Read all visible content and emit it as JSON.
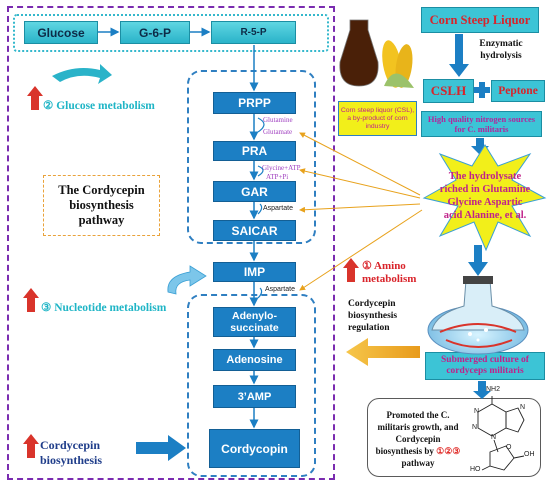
{
  "top_row": {
    "glucose": "Glucose",
    "g6p": "G-6-P",
    "r5p": "R-5-P"
  },
  "pathway": {
    "prpp": "PRPP",
    "pra": "PRA",
    "gar": "GAR",
    "saicar": "SAICAR",
    "imp": "IMP",
    "adenylosuccinate": "Adenylo-\nsuccinate",
    "adenosine": "Adenosine",
    "amp": "3’AMP",
    "cordycopin": "Cordycopin"
  },
  "annotations": {
    "glutamine": "Glutamine",
    "glutamate": "Glutamate",
    "glycine_atp": "Glycine+ATP",
    "atp_pi": "ATP+Pi",
    "aspartate_1": "Aspartate",
    "aspartate_2": "Aspartate"
  },
  "left_labels": {
    "glucose_metabolism": "Glucose metabolism",
    "glucose_num": "②",
    "pathway_title": "The Cordycepin biosynthesis pathway",
    "nucleotide_metabolism": "Nucleotide metabolism",
    "nucleotide_num": "③",
    "cordycepin_biosynthesis": "Cordycepin biosynthesis"
  },
  "right_panel": {
    "corn_steep_liquor": "Corn Steep Liquor",
    "csl_caption": "Corn steep liquor (CSL), a by-product of corn industry",
    "enzymatic_hydrolysis": "Enzymatic hydrolysis",
    "cslh": "CSLH",
    "peptone": "Peptone",
    "nitrogen_sources": "High quality nitrogen sources for C. militaris",
    "hydrolysate": "The hydrolysate riched in Glutamine Glycine Aspartic acid Alanine, et al.",
    "amino_num": "①",
    "amino_metabolism": "Amino metabolism",
    "regulation": "Cordycepin biosynthesis regulation",
    "submerged": "Submerged culture of cordyceps militaris",
    "promoted_prefix": "Promoted the C. militaris growth, and Cordycepin biosynthesis by",
    "promoted_nums": "①②③",
    "promoted_suffix": "pathway"
  },
  "molecule_labels": {
    "nh2": "NH2",
    "n1": "N",
    "n2": "N",
    "n3": "N",
    "n4": "N",
    "o": "O",
    "ho": "HO",
    "oh": "OH"
  },
  "colors": {
    "purple_border": "#7a2bb0",
    "pathway_blue": "#1c7fc4",
    "cyan_box": "#3cc4d6",
    "star_yellow": "#f2ef1a",
    "orange_arrow": "#f0b428",
    "red_arrow": "#d9342b"
  }
}
